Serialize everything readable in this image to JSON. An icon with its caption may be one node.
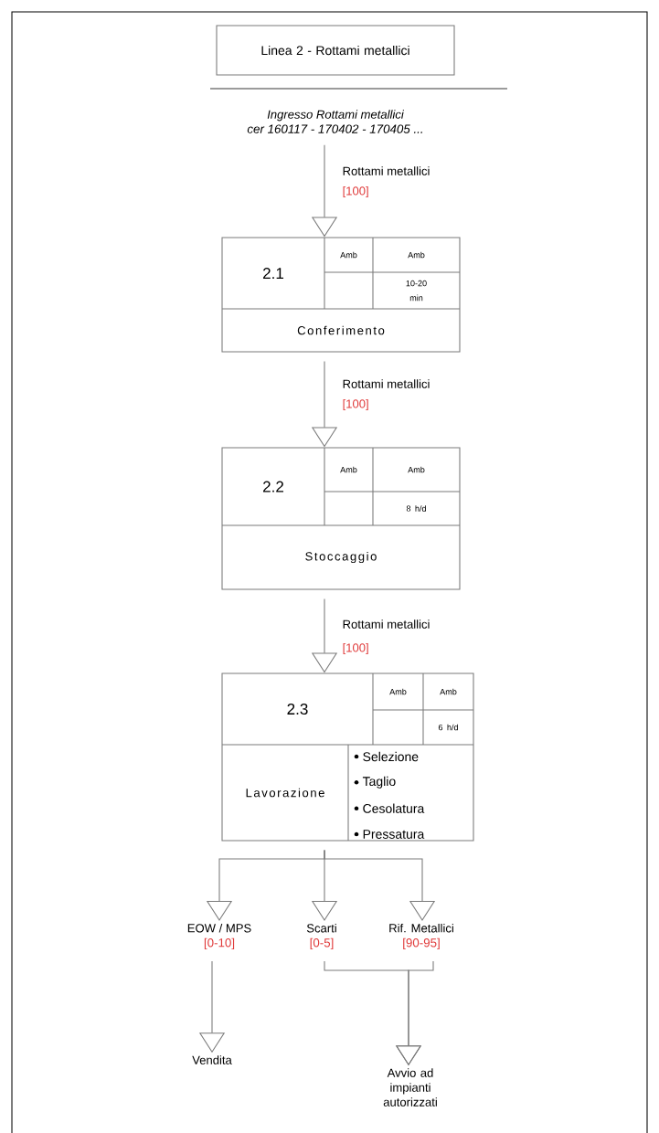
{
  "diagram": {
    "nodes": [
      {
        "text": [
          "Linea 2 - Rottami metallici"
        ]
      },
      {
        "text": [
          "Ingresso Rottami metallici",
          "cer 160117 - 170402 - 170405 ..."
        ]
      },
      {
        "text": [
          "2.1",
          "Amb",
          "Amb",
          "10-20 min",
          "Conferimento"
        ]
      },
      {
        "text": [
          "2.2",
          "Amb",
          "Amb",
          "8 h/d",
          "Stoccaggio"
        ]
      },
      {
        "text": [
          "2.3",
          "Amb",
          "Amb",
          "6 h/d",
          "Lavorazione",
          "Selezione",
          "Taglio",
          "Cesolatura",
          "Pressatura"
        ]
      },
      {
        "text": [
          "EOW / MPS",
          "[0-10]"
        ]
      },
      {
        "text": [
          "Scarti",
          "[0-5]"
        ]
      },
      {
        "text": [
          "Rif. Metallici",
          "[90-95]"
        ]
      },
      {
        "text": [
          "Vendita"
        ]
      },
      {
        "text": [
          "Avvio ad impianti autorizzati"
        ]
      }
    ],
    "edges": [
      {
        "from": 1,
        "to": 2,
        "arrow": "to",
        "label": "Rottami metallici"
      },
      {
        "from": 2,
        "to": 3,
        "arrow": "to",
        "label": "Rottami metallici"
      },
      {
        "from": 3,
        "to": 4,
        "arrow": "to",
        "label": "Rottami metallici"
      },
      {
        "from": 4,
        "to": 5,
        "arrow": "to"
      },
      {
        "from": 4,
        "to": 6,
        "arrow": "to"
      },
      {
        "from": 4,
        "to": 7,
        "arrow": "to"
      },
      {
        "from": 5,
        "to": 8,
        "arrow": "to"
      },
      {
        "from": 6,
        "to": 9,
        "arrow": "to"
      },
      {
        "from": 7,
        "to": 9,
        "arrow": "to"
      }
    ],
    "labels": [
      "[100]",
      "[100]",
      "[100]"
    ]
  }
}
